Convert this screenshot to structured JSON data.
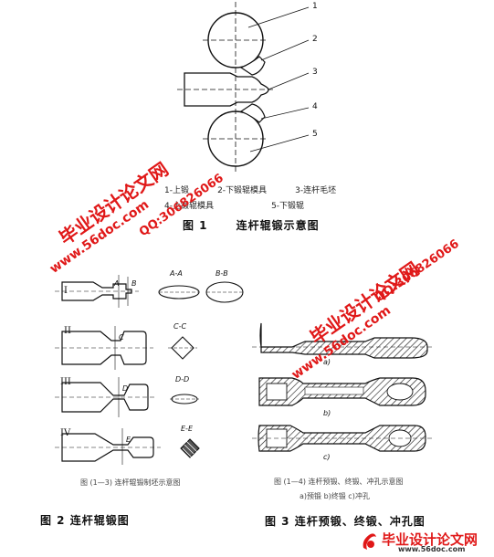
{
  "figure1": {
    "labels": [
      "1",
      "2",
      "3",
      "4",
      "5"
    ],
    "legend_line1": [
      "1-上锻",
      "2-下锻辊模具",
      "3-连杆毛坯"
    ],
    "legend_line2": [
      "4-上锻辊模具",
      "5-下锻辊"
    ],
    "caption_num": "图 1",
    "caption_text": "连杆辊锻示意图"
  },
  "figure2": {
    "roman": [
      "I",
      "II",
      "III",
      "IV"
    ],
    "sections": [
      "A-A",
      "B-B",
      "C-C",
      "D-D",
      "E-E"
    ],
    "section_letters": [
      "A",
      "B",
      "C",
      "D",
      "E"
    ],
    "inner_caption": "图 (1—3) 连杆辊锻制坯示意图",
    "caption": "图 2  连杆辊锻图"
  },
  "figure3": {
    "sub_labels": [
      "a)",
      "b)",
      "c)"
    ],
    "inner_caption": "图 (1—4) 连杆预锻、终锻、冲孔示意图",
    "inner_sub": "a)预锻    b)终锻    c)冲孔",
    "caption": "图 3  连杆预锻、终锻、冲孔图"
  },
  "watermarks": {
    "cn": "毕业设计论文网",
    "url": "www.56doc.com",
    "qq": "QQ:306826066"
  },
  "footer": {
    "logo_text": "毕业设计论文网",
    "url": "www.56doc.com"
  },
  "colors": {
    "watermark": "#e01818",
    "line": "#111111"
  }
}
